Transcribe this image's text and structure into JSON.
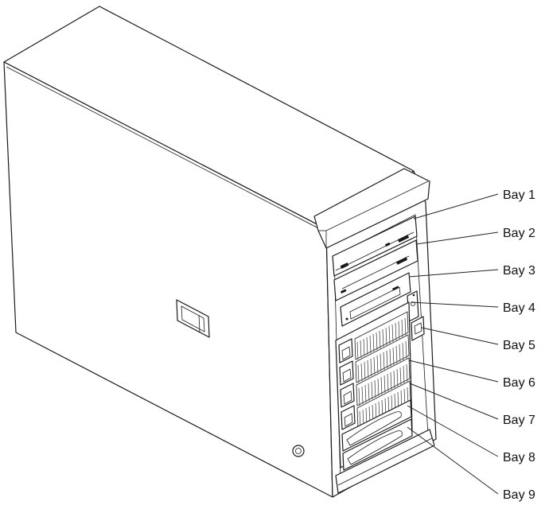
{
  "bays": [
    {
      "label": "Bay 1"
    },
    {
      "label": "Bay 2"
    },
    {
      "label": "Bay 3"
    },
    {
      "label": "Bay 4"
    },
    {
      "label": "Bay 5"
    },
    {
      "label": "Bay 6"
    },
    {
      "label": "Bay 7"
    },
    {
      "label": "Bay 8"
    },
    {
      "label": "Bay 9"
    }
  ]
}
